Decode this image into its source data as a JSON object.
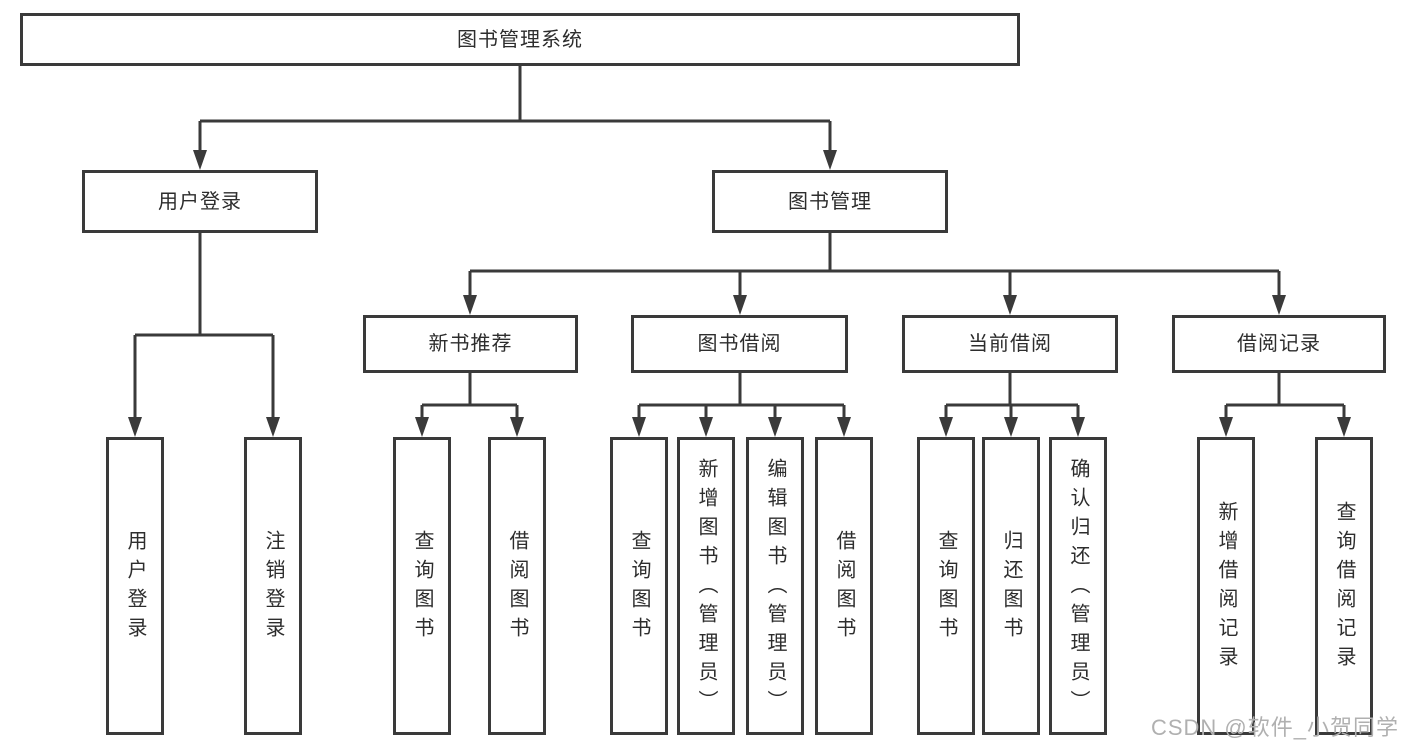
{
  "watermark": "CSDN @软件_小贺同学",
  "colors": {
    "line": "#3a3a3a",
    "box_border": "#3a3a3a",
    "box_fill": "#ffffff",
    "text": "#2d2d2d",
    "watermark": "#b0b0b0"
  },
  "tree": {
    "label": "图书管理系统",
    "children": [
      {
        "label": "用户登录",
        "children": [
          {
            "label": "用户登录"
          },
          {
            "label": "注销登录"
          }
        ]
      },
      {
        "label": "图书管理",
        "children": [
          {
            "label": "新书推荐",
            "children": [
              {
                "label": "查询图书"
              },
              {
                "label": "借阅图书"
              }
            ]
          },
          {
            "label": "图书借阅",
            "children": [
              {
                "label": "查询图书"
              },
              {
                "label": "新增图书（管理员）"
              },
              {
                "label": "编辑图书（管理员）"
              },
              {
                "label": "借阅图书"
              }
            ]
          },
          {
            "label": "当前借阅",
            "children": [
              {
                "label": "查询图书"
              },
              {
                "label": "归还图书"
              },
              {
                "label": "确认归还（管理员）"
              }
            ]
          },
          {
            "label": "借阅记录",
            "children": [
              {
                "label": "新增借阅记录"
              },
              {
                "label": "查询借阅记录"
              }
            ]
          }
        ]
      }
    ]
  }
}
